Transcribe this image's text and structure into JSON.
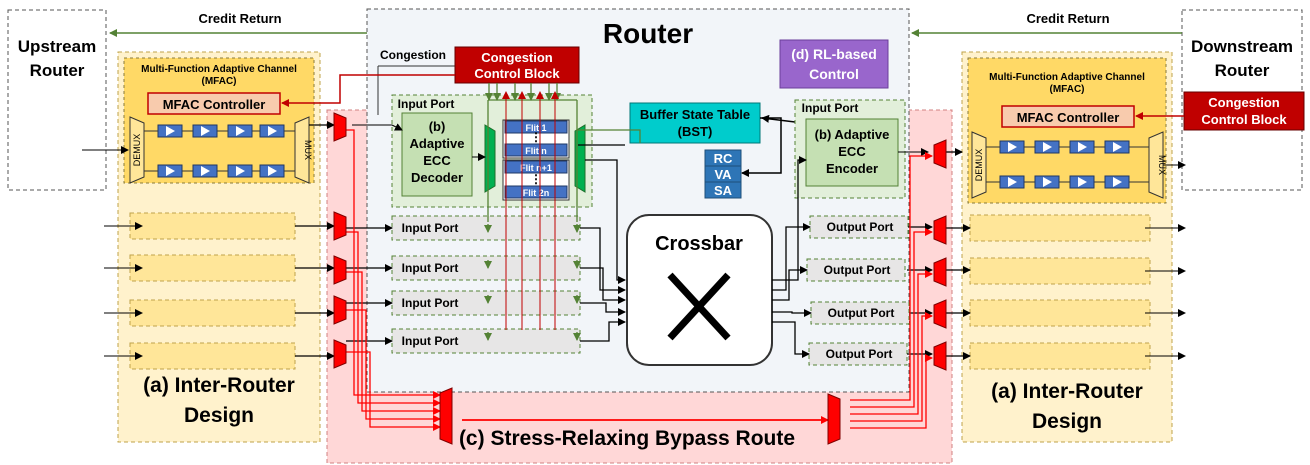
{
  "labels": {
    "upstream_router": [
      "Upstream",
      "Router"
    ],
    "downstream_router": [
      "Downstream",
      "Router"
    ],
    "credit_return_left": "Credit Return",
    "credit_return_right": "Credit Return",
    "router_title": "Router",
    "congestion_label": "Congestion",
    "congestion_block_center": [
      "Congestion",
      "Control Block"
    ],
    "congestion_block_right": [
      "Congestion",
      "Control Block"
    ],
    "rl_control": [
      "(d) RL-based",
      "Control"
    ],
    "mfac_title": [
      "Multi-Function Adaptive Channel",
      "(MFAC)"
    ],
    "mfac_controller": "MFAC Controller",
    "demux": "DEMUX",
    "mux": "MUX",
    "input_port": "Input Port",
    "output_port": "Output Port",
    "ecc_decoder": [
      "(b)",
      "Adaptive",
      "ECC",
      "Decoder"
    ],
    "ecc_encoder": [
      "(b) Adaptive",
      "ECC",
      "Encoder"
    ],
    "flits": [
      "Flit 1",
      "Flit n",
      "Flit n+1",
      "Flit 2n"
    ],
    "ellipsis": "⋮",
    "bst": [
      "Buffer State Table",
      "(BST)"
    ],
    "rc": "RC",
    "va": "VA",
    "sa": "SA",
    "crossbar": "Crossbar",
    "crossbar_symbol": "✕",
    "inter_router_left": [
      "(a) Inter-Router",
      "Design"
    ],
    "inter_router_right": [
      "(a) Inter-Router",
      "Design"
    ],
    "bypass_route": "(c) Stress-Relaxing Bypass Route"
  },
  "colors": {
    "mfac_fill": "#fff2cc",
    "channel_fill": "#ffe699",
    "controller_fill": "#f8cbad",
    "red_block": "#c00000",
    "rl_fill": "#9966cc",
    "ecc_fill": "#c5e0b3",
    "bst_fill": "#00cccc",
    "rcvasa_fill": "#2e75b6",
    "flit_fill": "#4472c4",
    "bypass_fill": "#ffd7d7",
    "port_fill": "#e7e6e6",
    "green_wire": "#548235",
    "red_wire": "#ff0000"
  }
}
